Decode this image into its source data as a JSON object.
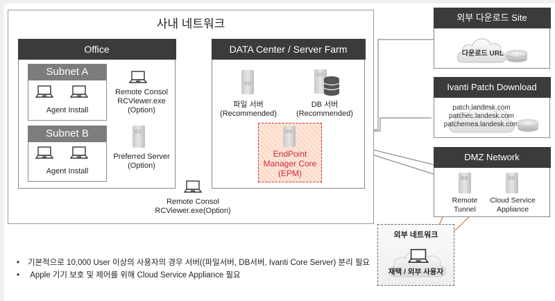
{
  "internal_network": {
    "title": "사내 네트워크",
    "office": {
      "title": "Office",
      "subnets": [
        {
          "title": "Subnet A",
          "caption": "Agent Install"
        },
        {
          "title": "Subnet B",
          "caption": "Agent Install"
        }
      ],
      "remote_console": {
        "line1": "Remote Consol",
        "line2": "RCViewer.exe",
        "line3": "(Option)"
      },
      "preferred_server": {
        "line1": "Preferred Server",
        "line2": "(Option)"
      }
    },
    "datacenter": {
      "title": "DATA Center / Server Farm",
      "file_server": {
        "line1": "파일 서버",
        "line2": "(Recommended)"
      },
      "db_server": {
        "line1": "DB 서버",
        "line2": "(Recommended)"
      },
      "epm_core": {
        "line1": "EndPoint",
        "line2": "Manager Core",
        "line3": "(EPM)",
        "color": "#d0283a"
      }
    },
    "remote_console_bottom": {
      "line1": "Remote Consol",
      "line2": "RCViewer.exe(Option)"
    }
  },
  "external_download": {
    "title": "외부 다운로드 Site",
    "cloud_label": "다운로드 URL"
  },
  "ivanti_patch": {
    "title": "Ivanti Patch Download",
    "urls": [
      "patch.landesk.com",
      "patchec.landesk.com",
      "patchemea.landesk.com"
    ]
  },
  "dmz": {
    "title": "DMZ Network",
    "remote_tunnel": {
      "line1": "Remote",
      "line2": "Tunnel"
    },
    "cloud_service_appliance": {
      "line1": "Cloud Service",
      "line2": "Appliance"
    }
  },
  "external_network": {
    "title": "외부 네트워크",
    "user_label": "재택 / 외부 사용자"
  },
  "notes": [
    "기본적으로 10,000 User 이상의 사용자의 경우 서버((파일서버, DB서버, Ivanti Core Server)  분리 필요",
    "Apple 기기 보호 및 제어를 위해 Cloud Service Appliance 필요"
  ],
  "bullet": "•",
  "colors": {
    "header_dark": "#3b3b3b",
    "header_subnet": "#7d7d7d",
    "epm_red": "#d0283a",
    "external_link": "#d2783a"
  }
}
